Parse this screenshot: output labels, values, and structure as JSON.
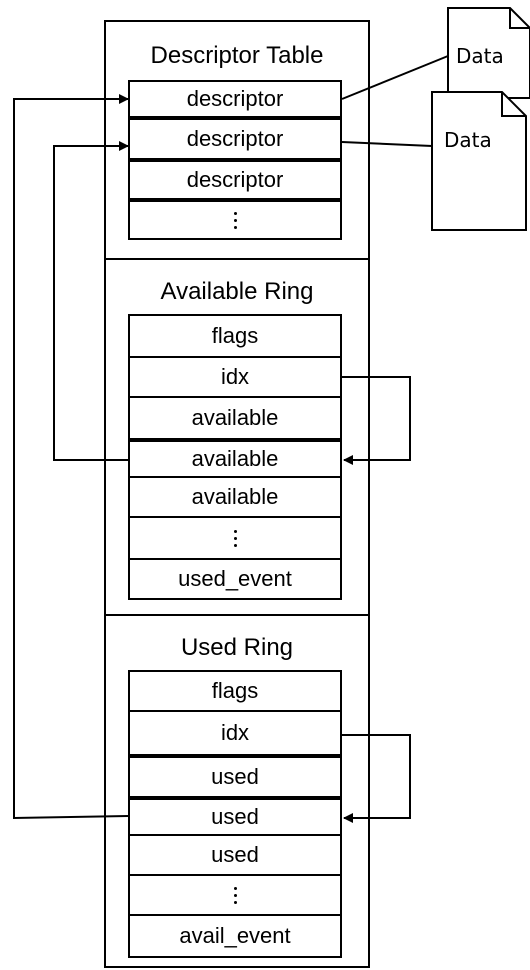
{
  "descriptor_table": {
    "title": "Descriptor Table",
    "cells": [
      "descriptor",
      "descriptor",
      "descriptor",
      ""
    ]
  },
  "available_ring": {
    "title": "Available Ring",
    "cells": [
      "flags",
      "idx",
      "available",
      "available",
      "available",
      "",
      "used_event"
    ]
  },
  "used_ring": {
    "title": "Used Ring",
    "cells": [
      "flags",
      "idx",
      "used",
      "used",
      "used",
      "",
      "avail_event"
    ]
  },
  "data_blocks": [
    "Data",
    "Data"
  ]
}
